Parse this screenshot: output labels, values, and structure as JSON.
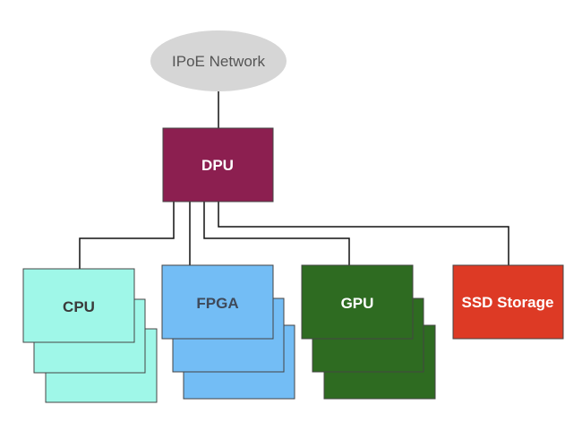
{
  "diagram": {
    "network": {
      "label": "IPoE Network",
      "fill": "#d6d6d6",
      "text_color": "#555555"
    },
    "dpu": {
      "label": "DPU",
      "fill": "#8c1f50",
      "text_color": "#ffffff"
    },
    "cpu": {
      "label": "CPU",
      "fill": "#9ff7e8",
      "text_color": "#3a3a3a",
      "stack_count": 3
    },
    "fpga": {
      "label": "FPGA",
      "fill": "#73bdf5",
      "text_color": "#3f4a5a",
      "stack_count": 3
    },
    "gpu": {
      "label": "GPU",
      "fill": "#2e6b21",
      "text_color": "#ffffff",
      "stack_count": 3
    },
    "ssd": {
      "label": "SSD Storage",
      "fill": "#dd3a25",
      "text_color": "#ffffff"
    },
    "connector_color": "#111111"
  }
}
